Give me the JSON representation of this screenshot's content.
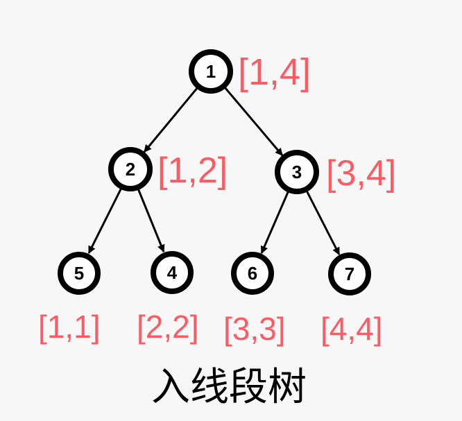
{
  "background_color": "#f7f7f7",
  "diagram": {
    "caption": "入线段树",
    "colors": {
      "range_label": "#fb5b63",
      "node_stroke": "#000000",
      "node_fill": "#fefefe",
      "node_text": "#000000",
      "edge": "#000000",
      "caption_text": "#000000"
    },
    "nodes": [
      {
        "id": "1",
        "range": "[1,4]"
      },
      {
        "id": "2",
        "range": "[1,2]"
      },
      {
        "id": "3",
        "range": "[3,4]"
      },
      {
        "id": "5",
        "range": "[1,1]"
      },
      {
        "id": "4",
        "range": "[2,2]"
      },
      {
        "id": "6",
        "range": "[3,3]"
      },
      {
        "id": "7",
        "range": "[4,4]"
      }
    ],
    "edges": [
      {
        "from": "1",
        "to": "2"
      },
      {
        "from": "1",
        "to": "3"
      },
      {
        "from": "2",
        "to": "5"
      },
      {
        "from": "2",
        "to": "4"
      },
      {
        "from": "3",
        "to": "6"
      },
      {
        "from": "3",
        "to": "7"
      }
    ]
  }
}
